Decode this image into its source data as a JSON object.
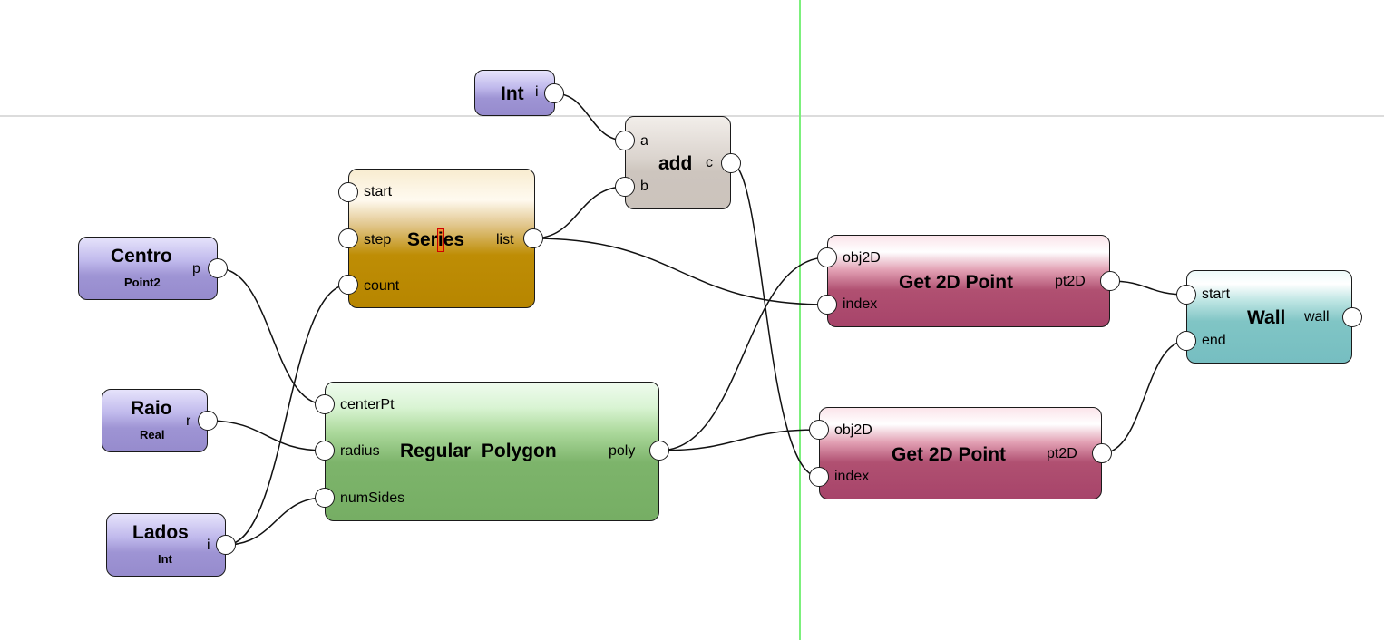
{
  "nodes": {
    "int": {
      "title": "Int",
      "out": "i"
    },
    "add": {
      "title": "add",
      "in_a": "a",
      "in_b": "b",
      "out": "c"
    },
    "series": {
      "title_pre": "Ser",
      "title_mid": "i",
      "title_post": "es",
      "in_start": "start",
      "in_step": "step",
      "in_count": "count",
      "out": "list"
    },
    "centro": {
      "title": "Centro",
      "type": "Point2",
      "out": "p"
    },
    "raio": {
      "title": "Raio",
      "type": "Real",
      "out": "r"
    },
    "lados": {
      "title": "Lados",
      "type": "Int",
      "out": "i"
    },
    "polygon": {
      "title": "Regular  Polygon",
      "in_center": "centerPt",
      "in_radius": "radius",
      "in_sides": "numSides",
      "out": "poly"
    },
    "get2d_top": {
      "title": "Get 2D Point",
      "in_obj": "obj2D",
      "in_index": "index",
      "out": "pt2D"
    },
    "get2d_bottom": {
      "title": "Get 2D Point",
      "in_obj": "obj2D",
      "in_index": "index",
      "out": "pt2D"
    },
    "wall": {
      "title": "Wall",
      "in_start": "start",
      "in_end": "end",
      "out": "wall"
    }
  },
  "colors": {
    "input_node": "#968bcd",
    "add_node": "#cbc3bc",
    "series_node": "#b78600",
    "polygon_node": "#76ae64",
    "get2d_node": "#a7446a",
    "wall_node": "#76bec1",
    "guide_line": "#7cf07c"
  }
}
